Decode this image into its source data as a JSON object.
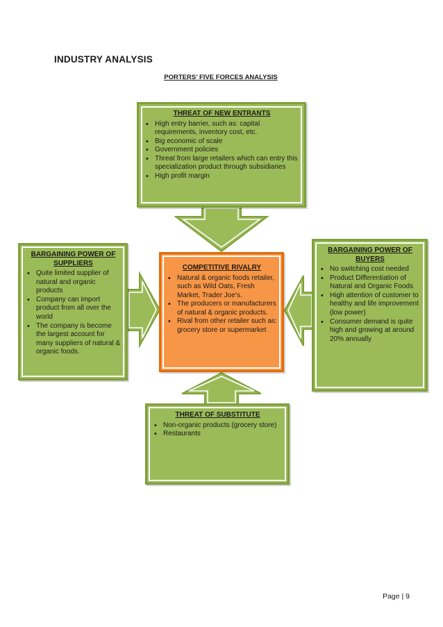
{
  "page": {
    "heading": "INDUSTRY ANALYSIS",
    "subheading": "PORTERS’ FIVE FORCES ANALYSIS",
    "page_number": "Page | 9"
  },
  "diagram": {
    "colors": {
      "green_fill": "#9bbb59",
      "green_border": "#7fa03c",
      "orange_fill": "#f79646",
      "orange_border": "#e36c0a"
    },
    "threat_new_entrants": {
      "title": "THREAT OF NEW ENTRANTS",
      "items": [
        "High entry barrier, such as: capital requirements, inventory cost, etc.",
        "Big economic of scale",
        "Government policies",
        "Threat from large retailers which can entry this specialization product through subsidiaries",
        "High profit margin"
      ]
    },
    "bargaining_suppliers": {
      "title": "BARGAINING POWER OF SUPPLIERS",
      "items": [
        "Quite limited supplier of natural and organic products",
        "Company can import product from all over the world",
        "The company is become the largest account for many suppliers of natural & organic foods."
      ]
    },
    "competitive_rivalry": {
      "title": "COMPETITIVE RIVALRY",
      "items": [
        "Natural & organic foods retailer, such as Wild Oats, Fresh Market, Trader Joe’s.",
        "The producers or manufacturers of natural & organic products.",
        "Rival from other retailer such as: grocery store or supermarket"
      ]
    },
    "bargaining_buyers": {
      "title": "BARGAINING POWER OF BUYERS",
      "items": [
        "No switching cost needed",
        "Product Differentiation of Natural and Organic Foods",
        "High attention of customer to healthy and life improvement (low power)",
        "Consumer demand is quite high and growing at around 20% annually"
      ]
    },
    "threat_substitute": {
      "title": "THREAT OF SUBSTITUTE",
      "items": [
        "Non-organic products (grocery store)",
        "Restaurants"
      ]
    }
  }
}
